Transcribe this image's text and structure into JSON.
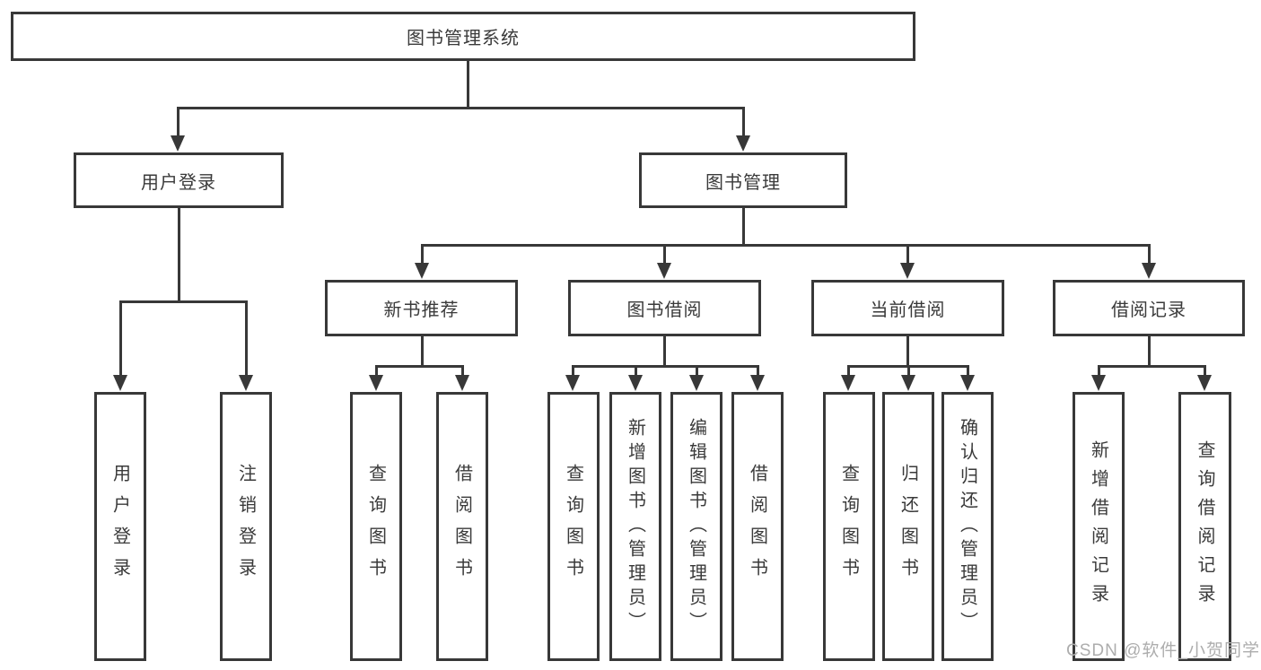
{
  "diagram_title": "图书管理系统",
  "tree": {
    "root": {
      "label": "图书管理系统",
      "children": [
        {
          "label": "用户登录",
          "children": [
            {
              "label": "用户登录"
            },
            {
              "label": "注销登录"
            }
          ]
        },
        {
          "label": "图书管理",
          "children": [
            {
              "label": "新书推荐",
              "children": [
                {
                  "label": "查询图书"
                },
                {
                  "label": "借阅图书"
                }
              ]
            },
            {
              "label": "图书借阅",
              "children": [
                {
                  "label": "查询图书"
                },
                {
                  "label": "新增图书（管理员）"
                },
                {
                  "label": "编辑图书（管理员）"
                },
                {
                  "label": "借阅图书"
                }
              ]
            },
            {
              "label": "当前借阅",
              "children": [
                {
                  "label": "查询图书"
                },
                {
                  "label": "归还图书"
                },
                {
                  "label": "确认归还（管理员）"
                }
              ]
            },
            {
              "label": "借阅记录",
              "children": [
                {
                  "label": "新增借阅记录"
                },
                {
                  "label": "查询借阅记录"
                }
              ]
            }
          ]
        }
      ]
    }
  },
  "watermark": {
    "text": "CSDN @软件_小贺同学"
  },
  "colors": {
    "line": "#383838",
    "box_border": "#383838",
    "text": "#3a3a3a",
    "background": "#ffffff",
    "watermark": "#adadad"
  }
}
